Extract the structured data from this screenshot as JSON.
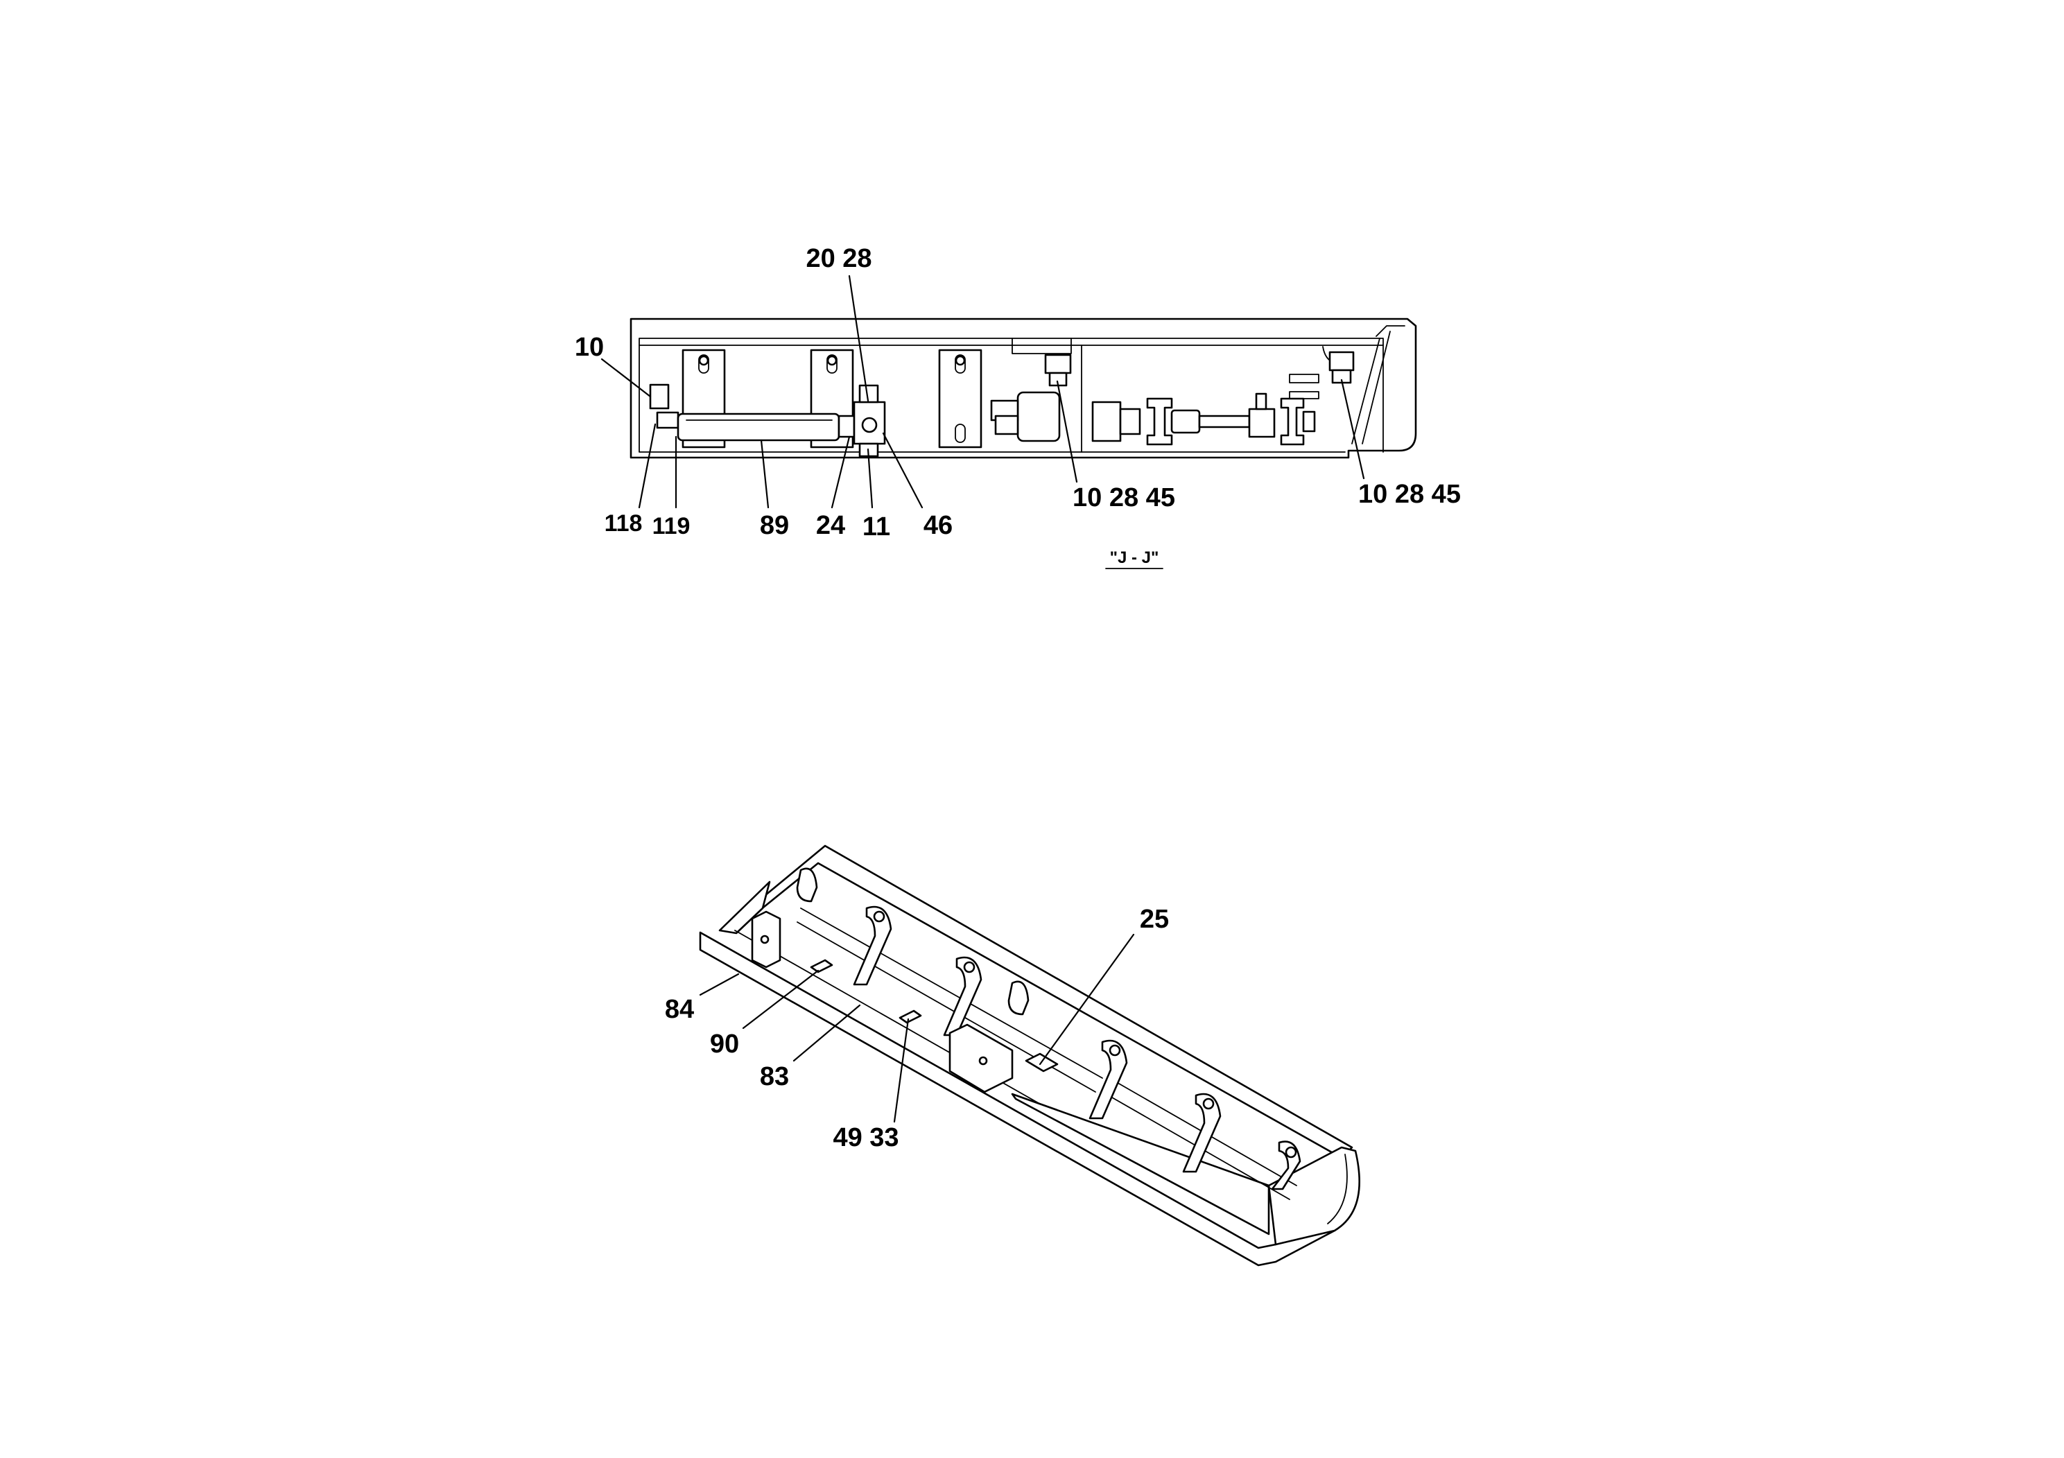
{
  "top_view": {
    "section_label": "\"J - J\"",
    "callouts": {
      "c_20_28": "20 28",
      "c_10": "10",
      "c_118": "118",
      "c_119": "119",
      "c_89": "89",
      "c_24": "24",
      "c_11": "11",
      "c_46": "46",
      "c_10_28_45_a": "10 28 45",
      "c_10_28_45_b": "10 28 45"
    }
  },
  "iso_view": {
    "callouts": {
      "c_25": "25",
      "c_84": "84",
      "c_90": "90",
      "c_83": "83",
      "c_49_33": "49 33"
    }
  }
}
